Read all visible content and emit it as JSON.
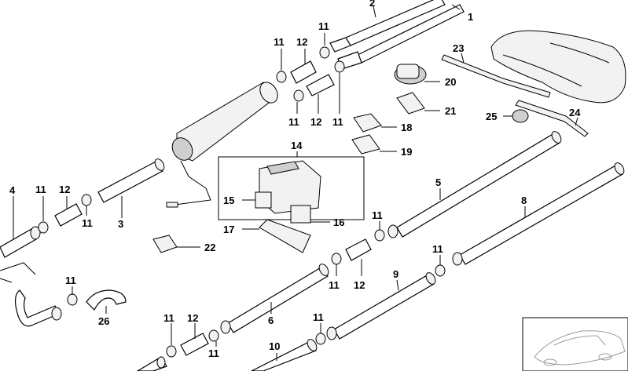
{
  "callouts": {
    "c1": "1",
    "c2": "2",
    "c3": "3",
    "c4": "4",
    "c5": "5",
    "c6": "6",
    "c8": "8",
    "c9": "9",
    "c10": "10",
    "c11": "11",
    "c12": "12",
    "c14": "14",
    "c15": "15",
    "c16": "16",
    "c17": "17",
    "c18": "18",
    "c19": "19",
    "c20": "20",
    "c21": "21",
    "c22": "22",
    "c23": "23",
    "c24": "24",
    "c25": "25",
    "c26": "26"
  }
}
